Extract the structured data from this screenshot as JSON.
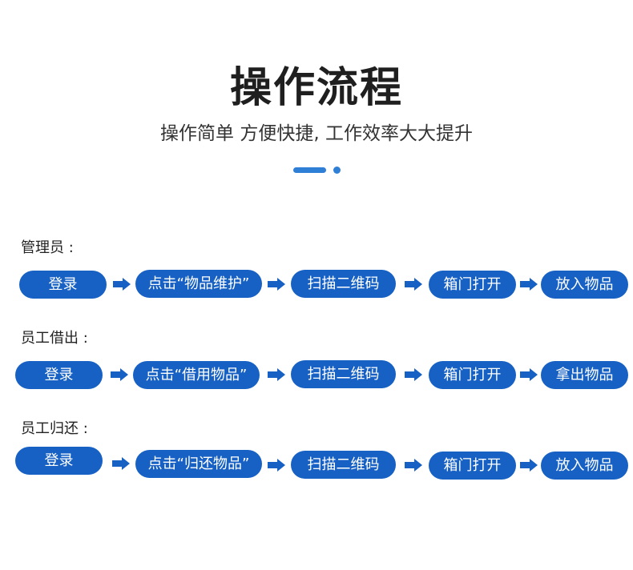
{
  "header": {
    "title": "操作流程",
    "subtitle": "操作简单  方便快捷, 工作效率大大提升"
  },
  "colors": {
    "accent": "#2f7fd6",
    "pill": "#1761c4",
    "arrow": "#1761c4"
  },
  "sections": [
    {
      "label": "管理员 :",
      "steps": [
        "登录",
        "点击“物品维护”",
        "扫描二维码",
        "箱门打开",
        "放入物品"
      ]
    },
    {
      "label": "员工借出 :",
      "steps": [
        "登录",
        "点击“借用物品”",
        "扫描二维码",
        "箱门打开",
        "拿出物品"
      ]
    },
    {
      "label": "员工归还 :",
      "steps": [
        "登录",
        "点击“归还物品”",
        "扫描二维码",
        "箱门打开",
        "放入物品"
      ]
    }
  ],
  "icons": {
    "arrow": "arrow-right-icon"
  }
}
